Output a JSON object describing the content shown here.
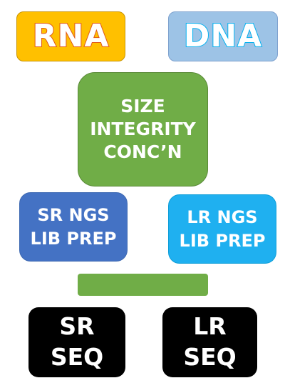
{
  "colors": {
    "rna_fill": "#ffc000",
    "rna_text_outline": "#e05a1a",
    "dna_fill": "#9dc3e6",
    "dna_text_outline": "#00b0f0",
    "qc_fill": "#70ad47",
    "sr_prep_fill": "#4472c4",
    "lr_prep_fill": "#1fb0f0",
    "divider_fill": "#70ad47",
    "seq_fill": "#000000"
  },
  "boxes": {
    "rna": {
      "label": "RNA"
    },
    "dna": {
      "label": "DNA"
    },
    "qc": {
      "lines": [
        "SIZE",
        "INTEGRITY",
        "CONC’N"
      ]
    },
    "sr_prep": {
      "lines": [
        "SR NGS",
        "LIB PREP"
      ]
    },
    "lr_prep": {
      "lines": [
        "LR NGS",
        "LIB PREP"
      ]
    },
    "sr_seq": {
      "lines": [
        "SR",
        "SEQ"
      ]
    },
    "lr_seq": {
      "lines": [
        "LR",
        "SEQ"
      ]
    }
  }
}
